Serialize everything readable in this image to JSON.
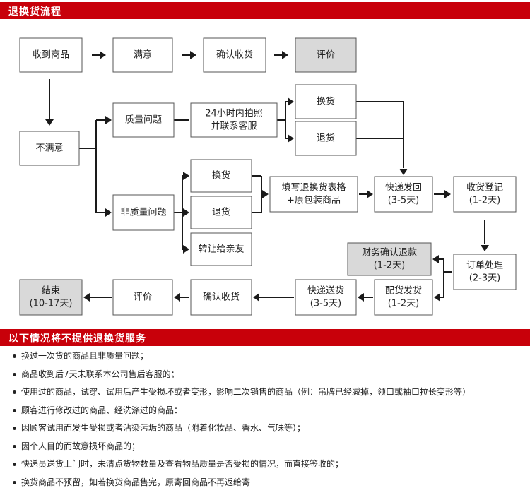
{
  "header_top": {
    "title": "退换货流程"
  },
  "header_bottom": {
    "title": "以下情况将不提供退换货服务"
  },
  "colors": {
    "banner": "#c8000a",
    "box_fill": "#ffffff",
    "box_highlight_fill": "#d9d9d9",
    "box_border": "#555555",
    "arrow": "#1a1a1a"
  },
  "nodes": [
    {
      "id": "receive",
      "lines": [
        "收到商品"
      ],
      "highlight": false
    },
    {
      "id": "satisfied",
      "lines": [
        "满意"
      ],
      "highlight": false
    },
    {
      "id": "confirm1",
      "lines": [
        "确认收货"
      ],
      "highlight": false
    },
    {
      "id": "review1",
      "lines": [
        "评价"
      ],
      "highlight": true
    },
    {
      "id": "unsatisfied",
      "lines": [
        "不满意"
      ],
      "highlight": false
    },
    {
      "id": "quality",
      "lines": [
        "质量问题"
      ],
      "highlight": false
    },
    {
      "id": "photo",
      "lines": [
        "24小时内拍照",
        "并联系客服"
      ],
      "highlight": false
    },
    {
      "id": "exchange1",
      "lines": [
        "换货"
      ],
      "highlight": false
    },
    {
      "id": "return1",
      "lines": [
        "退货"
      ],
      "highlight": false
    },
    {
      "id": "nonquality",
      "lines": [
        "非质量问题"
      ],
      "highlight": false
    },
    {
      "id": "exchange2",
      "lines": [
        "换货"
      ],
      "highlight": false
    },
    {
      "id": "return2",
      "lines": [
        "退货"
      ],
      "highlight": false
    },
    {
      "id": "transfer",
      "lines": [
        "转让给亲友"
      ],
      "highlight": false
    },
    {
      "id": "fillform",
      "lines": [
        "填写退换货表格",
        "+原包装商品"
      ],
      "highlight": false
    },
    {
      "id": "ship_back",
      "lines": [
        "快递发回",
        "(3-5天)"
      ],
      "highlight": false
    },
    {
      "id": "register",
      "lines": [
        "收货登记",
        "(1-2天)"
      ],
      "highlight": false
    },
    {
      "id": "refund",
      "lines": [
        "财务确认退款",
        "(1-2天)"
      ],
      "highlight": true
    },
    {
      "id": "order",
      "lines": [
        "订单处理",
        "(2-3天)"
      ],
      "highlight": false
    },
    {
      "id": "prepare",
      "lines": [
        "配货发货",
        "(1-2天)"
      ],
      "highlight": false
    },
    {
      "id": "deliver",
      "lines": [
        "快递送货",
        "(3-5天)"
      ],
      "highlight": false
    },
    {
      "id": "confirm2",
      "lines": [
        "确认收货"
      ],
      "highlight": false
    },
    {
      "id": "review2",
      "lines": [
        "评价"
      ],
      "highlight": false
    },
    {
      "id": "end",
      "lines": [
        "结束",
        "(10-17天)"
      ],
      "highlight": true
    }
  ],
  "rules": [
    "换过一次货的商品且非质量问题；",
    "商品收到后7天未联系本公司售后客服的；",
    "使用过的商品，试穿、试用后产生受损坏或者变形，影响二次销售的商品（例：吊牌已经减掉，领口或袖口拉长变形等）",
    "顾客进行修改过的商品、经洗涤过的商品：",
    "因顾客试用而发生受损或者沾染污垢的商品（附着化妆品、香水、气味等）；",
    "因个人目的而故意损坏商品的；",
    "快递员送货上门时，未清点货物数量及查看物品质量是否受损的情况，而直接签收的；",
    "换货商品不预留，如若换货商品售完，原寄回商品不再返给寄"
  ]
}
